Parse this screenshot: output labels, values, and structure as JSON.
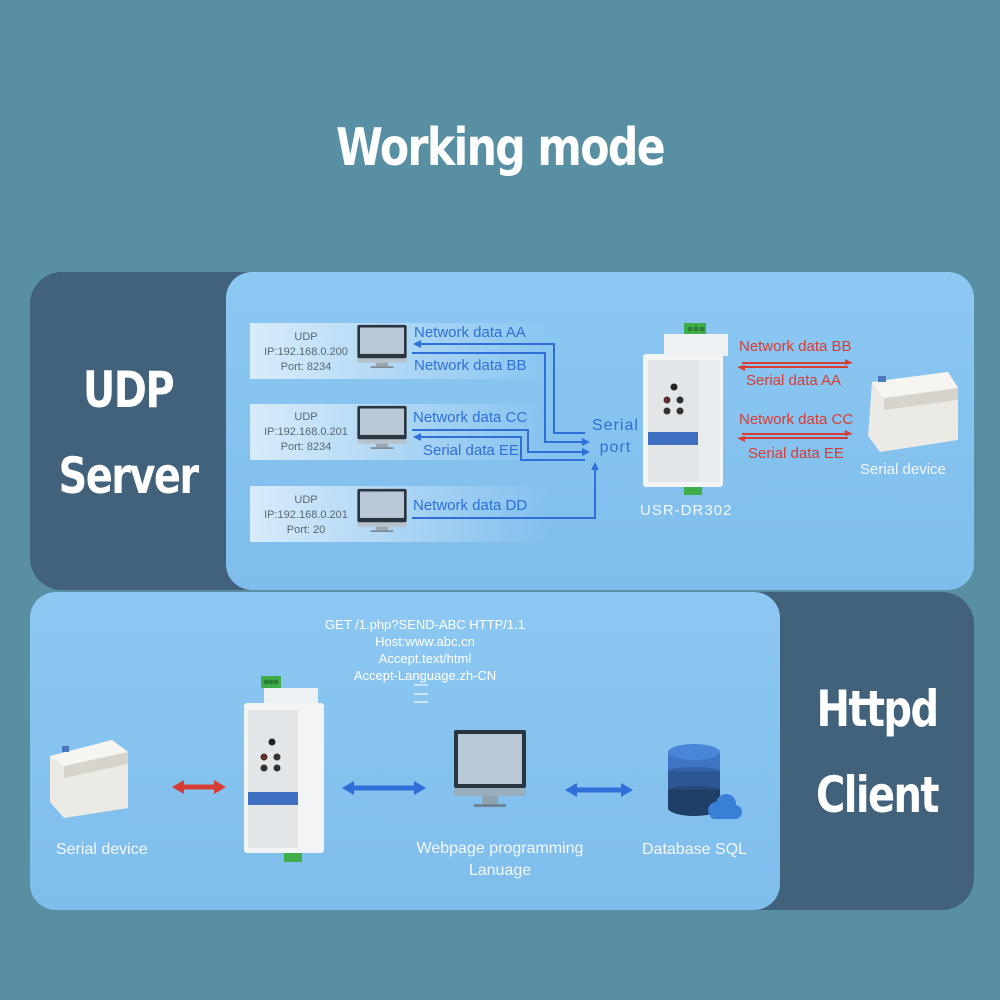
{
  "title": "Working mode",
  "udp_section": {
    "label_line1": "UDP",
    "label_line2": "Server",
    "clients": [
      {
        "protocol": "UDP",
        "ip": "IP:192.168.0.200",
        "port": "Port:  8234"
      },
      {
        "protocol": "UDP",
        "ip": "IP:192.168.0.201",
        "port": "Port:  8234"
      },
      {
        "protocol": "UDP",
        "ip": "IP:192.168.0.201",
        "port": "Port:  20"
      }
    ],
    "flow_labels": {
      "aa": "Network data AA",
      "bb": "Network data BB",
      "cc": "Network data CC",
      "ee": "Serial data EE",
      "dd": "Network data DD"
    },
    "serial_port_line1": "Serial",
    "serial_port_line2": "port",
    "device_name": "USR-DR302",
    "device_flows": {
      "top_upper": "Network data BB",
      "top_lower": "Serial data AA",
      "bottom_upper": "Network data CC",
      "bottom_lower": "Serial data EE"
    },
    "serial_device_label": "Serial device"
  },
  "http_section": {
    "label_line1": "Httpd",
    "label_line2": "Client",
    "request_lines": [
      "GET /1.php?SEND-ABC HTTP/1.1",
      "Host:www.abc.cn",
      "Accept.text/html",
      "Accept-Language.zh-CN"
    ],
    "serial_device_label": "Serial device",
    "webpage_label_line1": "Webpage programming",
    "webpage_label_line2": "Lanuage",
    "database_label": "Database SQL"
  },
  "colors": {
    "background": "#588fa2",
    "panel_dark": "#42627c",
    "panel_light": "#85c3ef",
    "network_blue": "#2f6fd8",
    "serial_red": "#d63d35"
  }
}
